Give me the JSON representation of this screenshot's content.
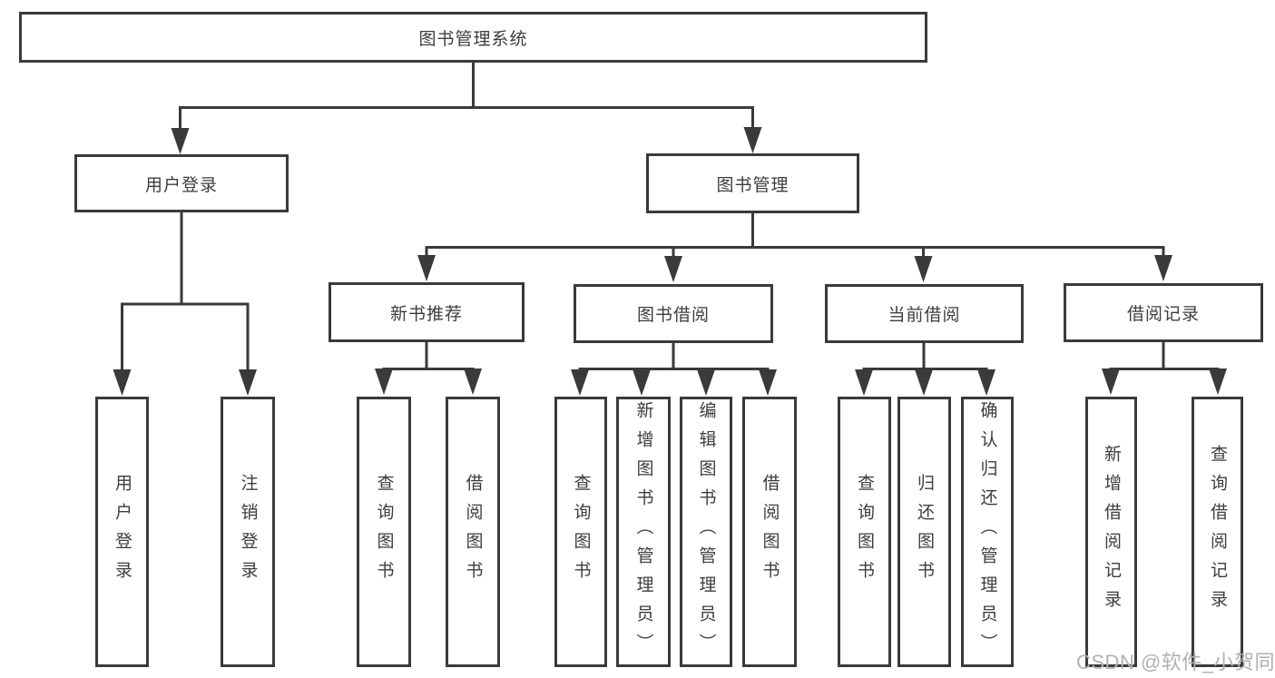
{
  "tree": {
    "root": {
      "label": "图书管理系统"
    },
    "children": [
      {
        "label": "用户登录",
        "children": [
          {
            "label": "用户登录"
          },
          {
            "label": "注销登录"
          }
        ]
      },
      {
        "label": "图书管理",
        "children": [
          {
            "label": "新书推荐",
            "children": [
              {
                "label": "查询图书"
              },
              {
                "label": "借阅图书"
              }
            ]
          },
          {
            "label": "图书借阅",
            "children": [
              {
                "label": "查询图书"
              },
              {
                "label": "新增图书（管理员）"
              },
              {
                "label": "编辑图书（管理员）"
              },
              {
                "label": "借阅图书"
              }
            ]
          },
          {
            "label": "当前借阅",
            "children": [
              {
                "label": "查询图书"
              },
              {
                "label": "归还图书"
              },
              {
                "label": "确认归还（管理员）"
              }
            ]
          },
          {
            "label": "借阅记录",
            "children": [
              {
                "label": "新增借阅记录"
              },
              {
                "label": "查询借阅记录"
              }
            ]
          }
        ]
      }
    ]
  },
  "watermark": "CSDN @软件_小贺同学",
  "colors": {
    "line": "#3a3a3a",
    "text": "#3d3d3d",
    "watermark": "#b0b0b0",
    "background": "#ffffff"
  }
}
